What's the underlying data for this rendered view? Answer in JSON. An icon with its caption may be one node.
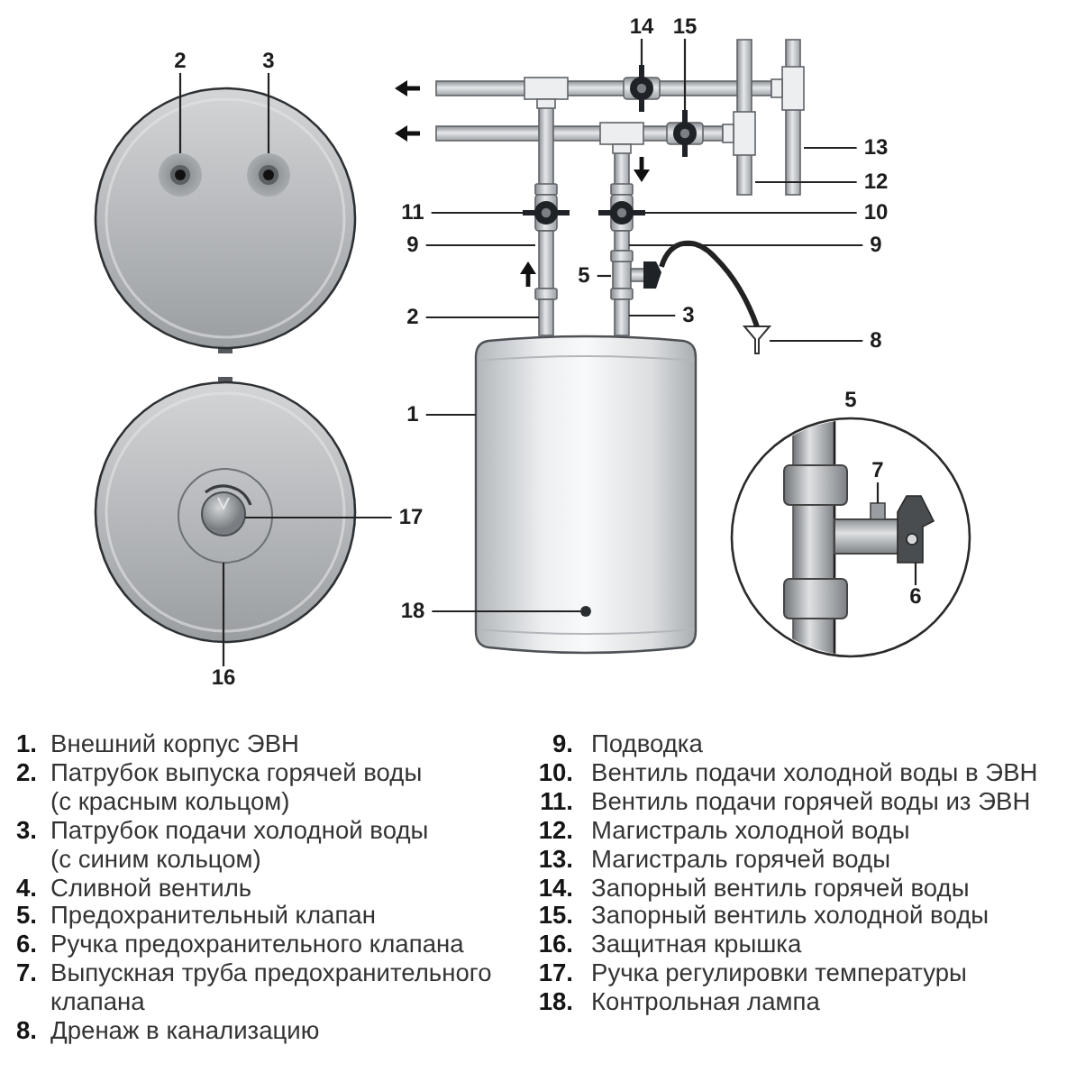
{
  "diagram": {
    "nodes": [
      {
        "text": [
          "14"
        ]
      },
      {
        "text": [
          "15"
        ]
      },
      {
        "text": [
          "2"
        ]
      },
      {
        "text": [
          "3"
        ]
      },
      {
        "text": [
          "13"
        ]
      },
      {
        "text": [
          "12"
        ]
      },
      {
        "text": [
          "11"
        ]
      },
      {
        "text": [
          "10"
        ]
      },
      {
        "text": [
          "9"
        ]
      },
      {
        "text": [
          "9"
        ]
      },
      {
        "text": [
          "5"
        ]
      },
      {
        "text": [
          "2"
        ]
      },
      {
        "text": [
          "3"
        ]
      },
      {
        "text": [
          "8"
        ]
      },
      {
        "text": [
          "1"
        ]
      },
      {
        "text": [
          "7"
        ]
      },
      {
        "text": [
          "17"
        ]
      },
      {
        "text": [
          "6"
        ]
      },
      {
        "text": [
          "18"
        ]
      },
      {
        "text": [
          "16"
        ]
      },
      {
        "text": [],
        "shape": "circle"
      },
      {
        "text": [],
        "shape": "circle"
      },
      {
        "text": [],
        "shape": "valve"
      },
      {
        "text": [],
        "shape": "valve"
      },
      {
        "text": [],
        "shape": "pipe"
      },
      {
        "text": [],
        "shape": "pipe"
      },
      {
        "text": [],
        "shape": "valve"
      },
      {
        "text": [],
        "shape": "valve"
      },
      {
        "text": [],
        "shape": "pipe"
      },
      {
        "text": [],
        "shape": "pipe"
      },
      {
        "text": [],
        "shape": "valve"
      },
      {
        "text": [],
        "shape": "pipe"
      },
      {
        "text": [],
        "shape": "pipe"
      },
      {
        "text": [],
        "shape": "funnel"
      },
      {
        "text": [],
        "shape": "cylinder"
      },
      {
        "text": [],
        "shape": "circle",
        "in": 34
      },
      {
        "text": [],
        "shape": "circle"
      },
      {
        "text": [],
        "shape": "circle",
        "in": 36
      },
      {
        "text": [],
        "shape": "pipe"
      },
      {
        "text": [],
        "shape": "lever"
      }
    ],
    "edges": [
      {
        "from": 0,
        "to": 22,
        "arrow": "none"
      },
      {
        "from": 1,
        "to": 23,
        "arrow": "none"
      },
      {
        "from": 2,
        "to": 20,
        "arrow": "none"
      },
      {
        "from": 3,
        "to": 21,
        "arrow": "none"
      },
      {
        "from": 4,
        "to": 24,
        "arrow": "none"
      },
      {
        "from": 5,
        "to": 25,
        "arrow": "none"
      },
      {
        "from": 6,
        "to": 26,
        "arrow": "none"
      },
      {
        "from": 7,
        "to": 27,
        "arrow": "none"
      },
      {
        "from": 8,
        "to": 28,
        "arrow": "none"
      },
      {
        "from": 9,
        "to": 29,
        "arrow": "none"
      },
      {
        "from": 10,
        "to": 30,
        "arrow": "none"
      },
      {
        "from": 11,
        "to": 31,
        "arrow": "none"
      },
      {
        "from": 12,
        "to": 32,
        "arrow": "none"
      },
      {
        "from": 13,
        "to": 33,
        "arrow": "none"
      },
      {
        "from": 14,
        "to": 34,
        "arrow": "none"
      },
      {
        "from": 15,
        "to": 38,
        "arrow": "none"
      },
      {
        "from": 16,
        "to": 37,
        "arrow": "none"
      },
      {
        "from": 17,
        "to": 39,
        "arrow": "none"
      },
      {
        "from": 18,
        "to": 35,
        "arrow": "none"
      },
      {
        "from": 19,
        "to": 36,
        "arrow": "none"
      },
      {
        "from": 30,
        "to": 33,
        "arrow": "none",
        "style": "thick"
      }
    ],
    "labels": [
      "5",
      "1.",
      "Внешний корпус ЭВН",
      "2.",
      "Патрубок выпуска горячей воды (с красным кольцом)",
      "3.",
      "Патрубок подачи холодной воды (с синим кольцом)",
      "4.",
      "Сливной вентиль",
      "5.",
      "Предохранительный клапан",
      "6.",
      "Ручка предохранительного клапана",
      "7.",
      "Выпускная труба предохранительного клапана",
      "8.",
      "Дренаж в канализацию",
      "9.",
      "Подводка",
      "10.",
      "Вентиль подачи холодной воды в ЭВН",
      "11.",
      "Вентиль подачи горячей воды из ЭВН",
      "12.",
      "Магистраль холодной воды",
      "13.",
      "Магистраль горячей воды",
      "14.",
      "Запорный вентиль горячей воды",
      "15.",
      "Запорный вентиль холодной воды",
      "16.",
      "Защитная крышка",
      "17.",
      "Ручка регулировки температуры",
      "18.",
      "Контрольная лампа"
    ]
  }
}
